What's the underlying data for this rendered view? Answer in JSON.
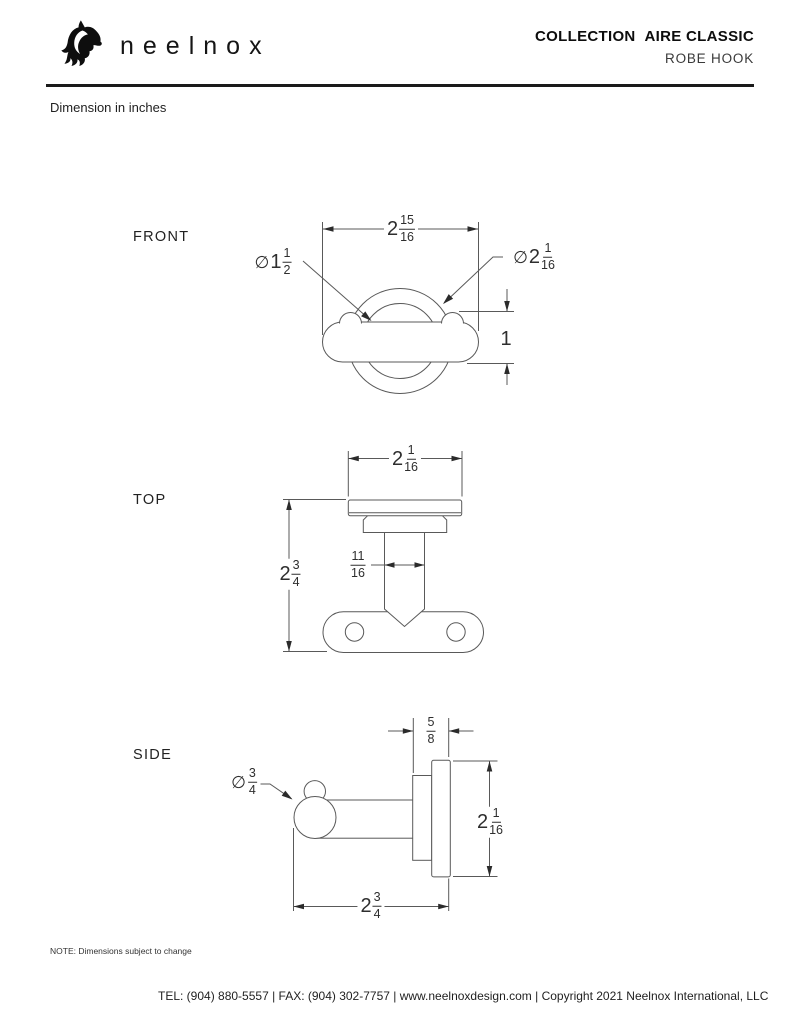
{
  "header": {
    "brand": "neelnox",
    "collection_label": "COLLECTION",
    "collection_name": "AIRE CLASSIC",
    "product": "ROBE HOOK"
  },
  "subheader": {
    "dimension_note": "Dimension in inches"
  },
  "views": {
    "front": {
      "label": "FRONT",
      "width_dim": {
        "whole": "2",
        "num": "15",
        "den": "16"
      },
      "inner_diameter": {
        "prefix": "∅",
        "whole": "1",
        "num": "1",
        "den": "2"
      },
      "outer_diameter": {
        "prefix": "∅",
        "whole": "2",
        "num": "1",
        "den": "16"
      },
      "bar_height": {
        "whole": "1"
      }
    },
    "top": {
      "label": "TOP",
      "plate_width": {
        "whole": "2",
        "num": "1",
        "den": "16"
      },
      "projection": {
        "whole": "2",
        "num": "3",
        "den": "4"
      },
      "stem_width": {
        "num": "11",
        "den": "16"
      }
    },
    "side": {
      "label": "SIDE",
      "plate_depth": {
        "num": "5",
        "den": "8"
      },
      "plate_height": {
        "whole": "2",
        "num": "1",
        "den": "16"
      },
      "knob_diameter": {
        "prefix": "∅",
        "num": "3",
        "den": "4"
      },
      "projection": {
        "whole": "2",
        "num": "3",
        "den": "4"
      }
    }
  },
  "footer": {
    "note": "NOTE: Dimensions subject to change",
    "contact": "TEL: (904) 880-5557 | FAX: (904) 302-7757 | www.neelnoxdesign.com | Copyright 2021 Neelnox International, LLC"
  },
  "colors": {
    "line": "#595959",
    "arrow": "#2b2b2b",
    "text": "#2e2e2e",
    "rule": "#1a1a1a"
  }
}
